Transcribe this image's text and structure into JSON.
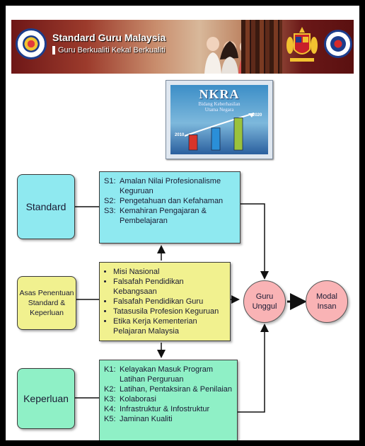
{
  "banner": {
    "title": "Standard Guru Malaysia",
    "subtitle": "Guru Berkualiti Kekal Berkualiti"
  },
  "nkra": {
    "title": "NKRA",
    "subtitle_line1": "Bidang Keberhasilan",
    "subtitle_line2": "Utama Negara",
    "year_start": "2010",
    "year_end": "2020",
    "bar_colors": [
      "#d8342a",
      "#2a8fd8",
      "#9bc23c"
    ],
    "bar_levels": [
      0.45,
      0.65,
      0.95
    ]
  },
  "diagram": {
    "standard_label": "Standard",
    "asas_label": "Asas Penentuan Standard & Keperluan",
    "keperluan_label": "Keperluan",
    "standard_items": [
      {
        "code": "S1:",
        "text": "Amalan Nilai Profesionalisme Keguruan"
      },
      {
        "code": "S2:",
        "text": "Pengetahuan dan Kefahaman"
      },
      {
        "code": "S3:",
        "text": "Kemahiran Pengajaran & Pembelajaran"
      }
    ],
    "asas_items": [
      "Misi Nasional",
      "Falsafah Pendidikan Kebangsaan",
      "Falsafah Pendidikan Guru",
      "Tatasusila Profesion Keguruan",
      "Etika Kerja Kementerian Pelajaran Malaysia"
    ],
    "keperluan_items": [
      {
        "code": "K1:",
        "text": "Kelayakan Masuk Program Latihan Perguruan"
      },
      {
        "code": "K2:",
        "text": "Latihan, Pentaksiran & Penilaian"
      },
      {
        "code": "K3:",
        "text": "Kolaborasi"
      },
      {
        "code": "K4:",
        "text": "Infrastruktur & Infostruktur"
      },
      {
        "code": "K5:",
        "text": "Jaminan Kualiti"
      }
    ],
    "guru_unggul": "Guru Unggul",
    "modal_insan": "Modal Insan"
  },
  "colors": {
    "cyan": "#8fe9f0",
    "green": "#8ff0c6",
    "yellow": "#f1f18f",
    "pink": "#f9b3b5"
  }
}
